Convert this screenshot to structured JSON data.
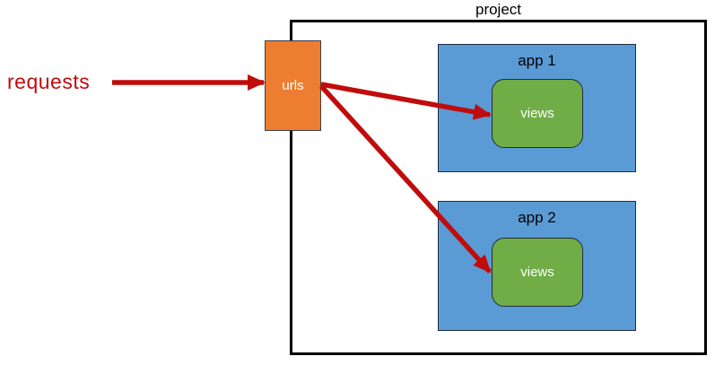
{
  "diagram": {
    "requests_label": "requests",
    "project_label": "project",
    "urls_label": "urls",
    "apps": [
      {
        "label": "app 1",
        "views_label": "views"
      },
      {
        "label": "app 2",
        "views_label": "views"
      }
    ],
    "arrows": [
      {
        "name": "requests-to-urls",
        "from": "requests",
        "to": "urls"
      },
      {
        "name": "urls-to-app1-views",
        "from": "urls",
        "to": "app 1 views"
      },
      {
        "name": "urls-to-app2-views",
        "from": "urls",
        "to": "app 2 views"
      }
    ],
    "colors": {
      "arrow_red": "#c00c0c",
      "requests_text_red": "#c00c0c",
      "urls_orange": "#ed7d31",
      "app_blue": "#5b9bd5",
      "views_green": "#70ad47",
      "project_border": "#000000",
      "node_text_white": "#ffffff",
      "label_text_black": "#000000"
    }
  }
}
